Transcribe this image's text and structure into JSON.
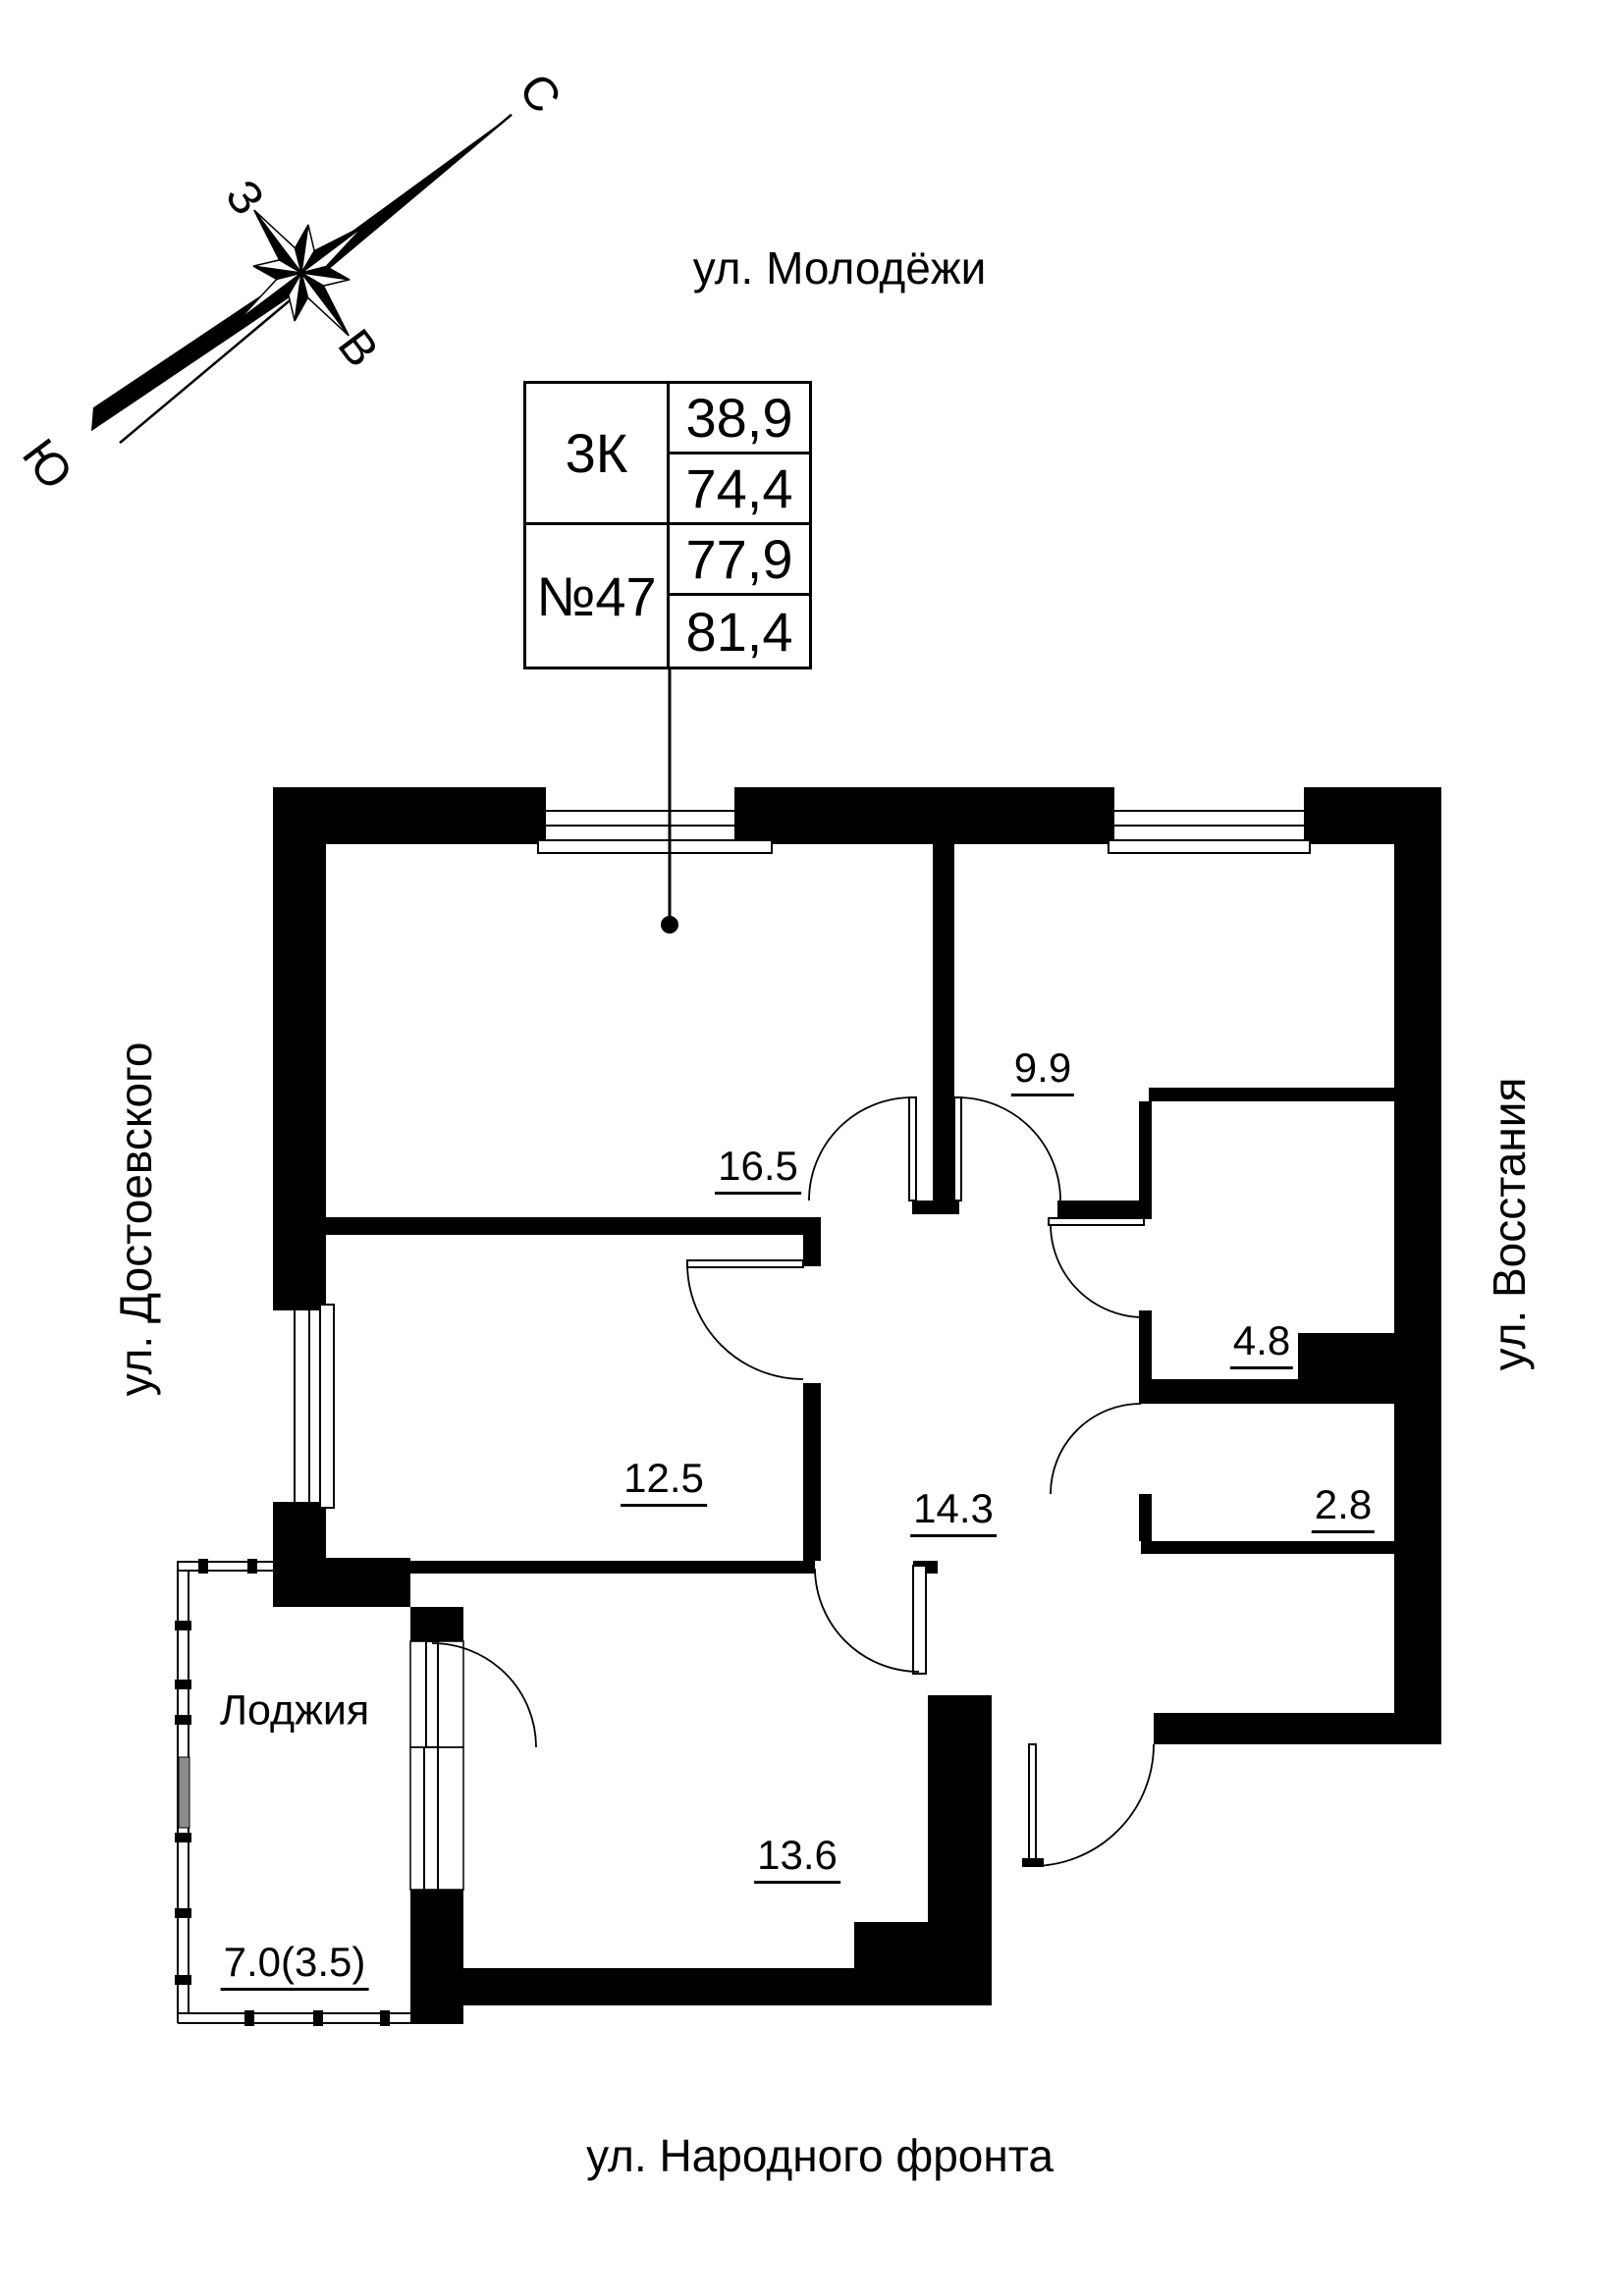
{
  "compass": {
    "n": "С",
    "w": "З",
    "e": "В",
    "s": "Ю"
  },
  "streets": {
    "top": "ул. Молодёжи",
    "left": "ул. Достоевского",
    "right": "ул. Восстания",
    "bottom": "ул. Народного фронта"
  },
  "info_table": {
    "rooms_label": "3К",
    "apt_label": "№47",
    "values": [
      "38,9",
      "74,4",
      "77,9",
      "81,4"
    ]
  },
  "room_labels": {
    "living": "16.5",
    "kitchen": "9.9",
    "bedroom": "12.5",
    "hall": "14.3",
    "bath": "4.8",
    "wc": "2.8",
    "room3": "13.6",
    "loggia_name": "Лоджия",
    "loggia_area": "7.0(3.5)"
  }
}
